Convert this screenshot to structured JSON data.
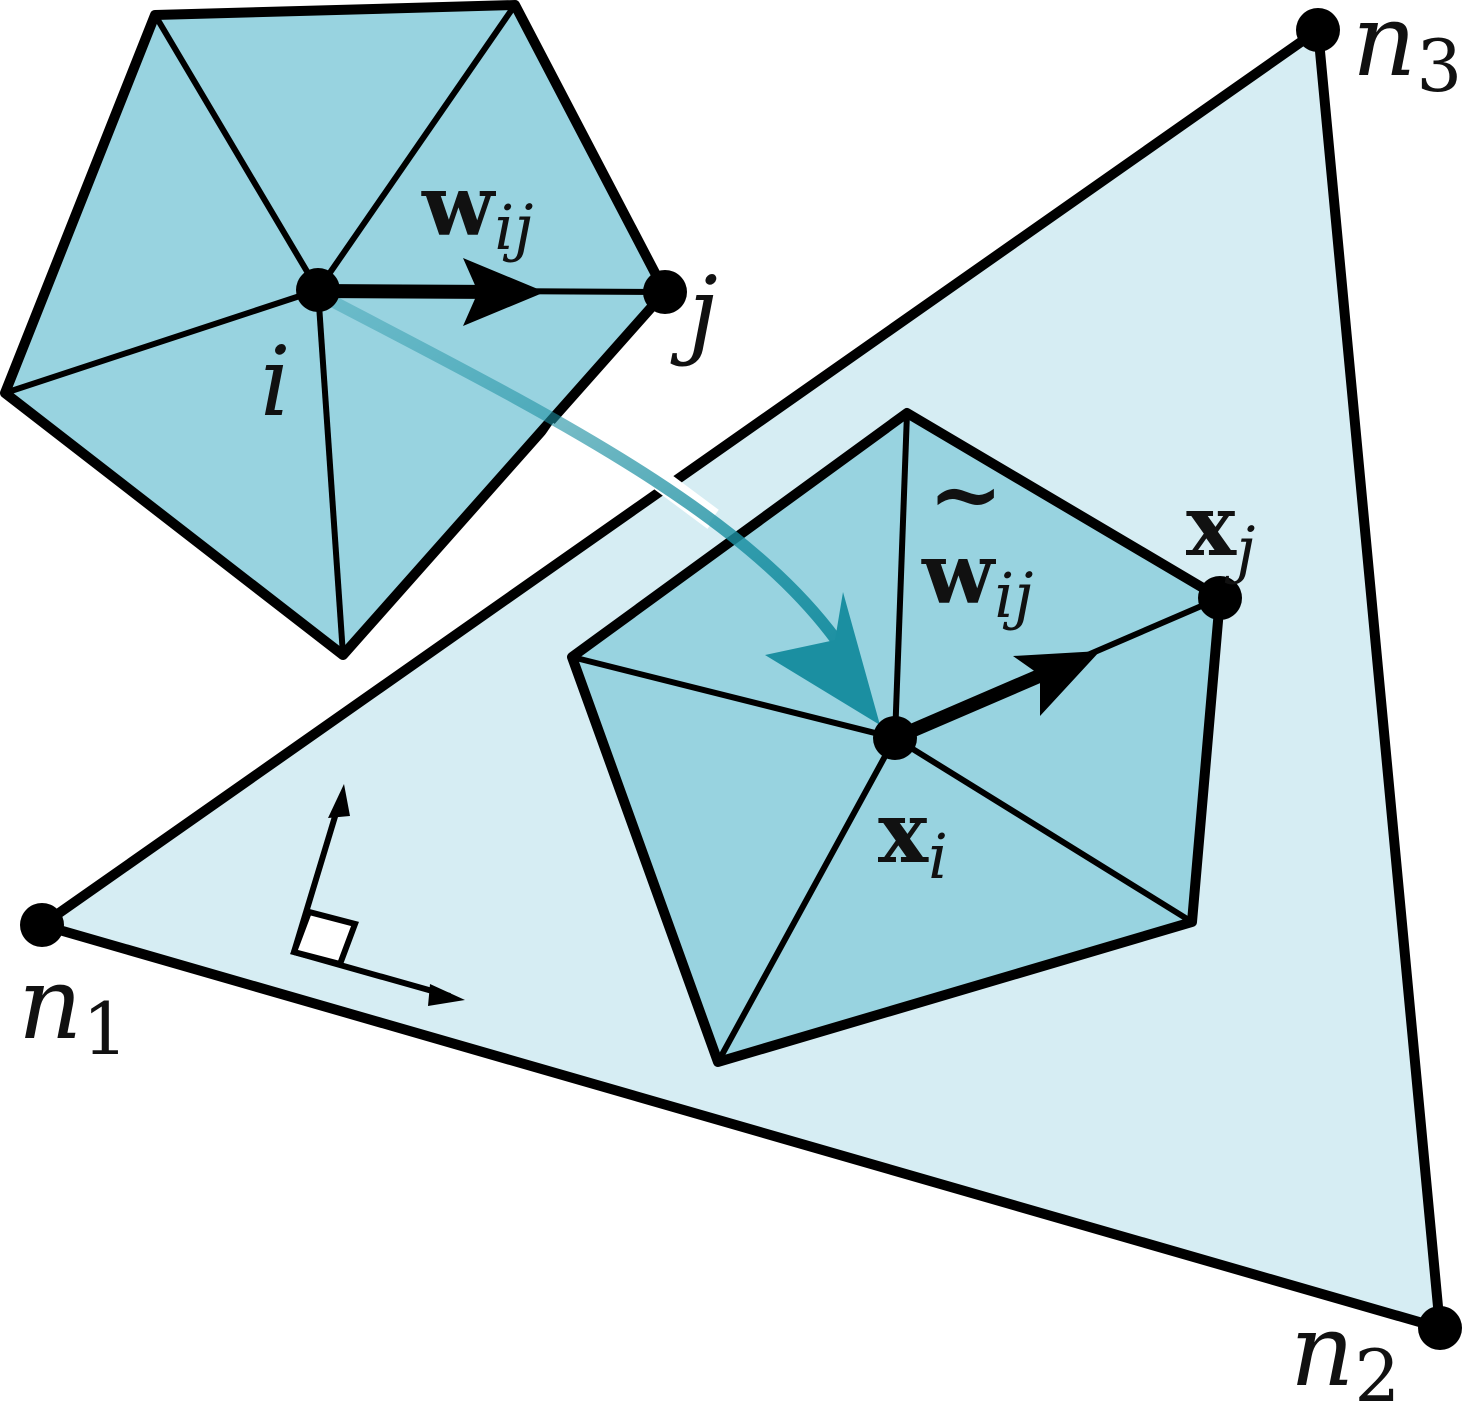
{
  "colors": {
    "outer_fill": "#d6edf3",
    "fan_fill": "#98d3e0",
    "curve": "#1b8fa1",
    "stroke": "#000000"
  },
  "nodes": {
    "n1": {
      "base": "n",
      "sub": "1"
    },
    "n2": {
      "base": "n",
      "sub": "2"
    },
    "n3": {
      "base": "n",
      "sub": "3"
    }
  },
  "source_fan": {
    "vertex_i": "i",
    "vertex_j": "j",
    "vector": {
      "base": "w",
      "sub": "ij"
    }
  },
  "target_fan": {
    "xi": {
      "base": "x",
      "sub": "i"
    },
    "xj": {
      "base": "x",
      "sub": "j"
    },
    "vector": {
      "base": "w",
      "sub": "ij",
      "accent": "~"
    }
  }
}
